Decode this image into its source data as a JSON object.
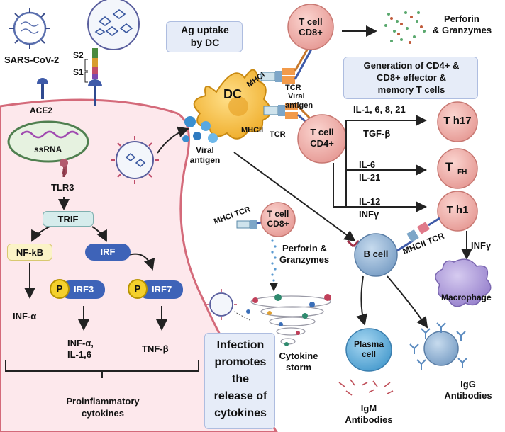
{
  "colors": {
    "cell_fill": "#fde8ec",
    "cell_border": "#d46a7a",
    "tcell_fill": "#f2b9b4",
    "dc_fill": "#f6c453",
    "bcell_fill": "#9fbcd8",
    "plasma_fill": "#6fb7e0",
    "macrophage_fill": "#b7a6de",
    "irf_blue": "#3e63b8",
    "p_yellow": "#f4d02c",
    "trif_fill": "#d6ecec",
    "nfkb_fill": "#fbf3c7",
    "label_box_fill": "#e6ecf8",
    "label_box_border": "#aebde0"
  },
  "virus": {
    "name": "SARS-CoV-2",
    "s2": "S2",
    "s1": "S1",
    "receptor": "ACE2"
  },
  "infected_cell": {
    "rna": "ssRNA",
    "tlr": "TLR3",
    "trif": "TRIF",
    "nfkb": "NF-kB",
    "irf": "IRF",
    "p1": "P",
    "irf3": "IRF3",
    "p2": "P",
    "irf7": "IRF7",
    "out_nfkb": "INF-α",
    "out_irf3_line1": "INF-α,",
    "out_irf3_line2": "IL-1,6",
    "out_irf7": "TNF-β",
    "summary_line1": "Proinflammatory",
    "summary_line2": "cytokines"
  },
  "dc": {
    "title_line1": "Ag uptake",
    "title_line2": "by DC",
    "label": "DC",
    "mhci": "MHCI",
    "mhcii": "MHCII",
    "tcr1": "TCR",
    "tcr2": "TCR",
    "viral_antigen_line1": "Viral",
    "viral_antigen_line2": "antigen",
    "viral_antigen2_line1": "Viral",
    "viral_antigen2_line2": "antigen"
  },
  "tcell_cd8_top": {
    "line1": "T cell",
    "line2": "CD8+",
    "output_line1": "Perforin",
    "output_line2": "& Granzymes"
  },
  "generation_box": {
    "line1": "Generation of CD4+ &",
    "line2": "CD8+ effector &",
    "line3": "memory T cells"
  },
  "tcell_cd4": {
    "line1": "T cell",
    "line2": "CD4+",
    "path1_top": "IL-1, 6, 8, 21",
    "path1_bottom": "TGF-β",
    "path2_top": "IL-6",
    "path2_bottom": "IL-21",
    "path3_top": "IL-12",
    "path3_bottom": "INFγ"
  },
  "th_cells": {
    "th17": "T h17",
    "tfh_t": "T",
    "tfh_sub": "FH",
    "th1": "T h1"
  },
  "tcell_cd8_mid": {
    "mhci_tcr": "MHCI TCR",
    "line1": "T cell",
    "line2": "CD8+",
    "output_line1": "Perforin &",
    "output_line2": "Granzymes"
  },
  "bcell": {
    "label": "B cell",
    "mhcii_tcr": "MHCII TCR",
    "infg": "INFγ",
    "macrophage": "Macrophage",
    "plasma_line1": "Plasma",
    "plasma_line2": "cell",
    "igm_line1": "IgM",
    "igm_line2": "Antibodies",
    "igg_line1": "IgG",
    "igg_line2": "Antibodies"
  },
  "storm": {
    "infection_line1": "Infection",
    "infection_line2": "promotes",
    "infection_line3": "the",
    "infection_line4": "release of",
    "infection_line5": "cytokines",
    "label_line1": "Cytokine",
    "label_line2": "storm"
  }
}
